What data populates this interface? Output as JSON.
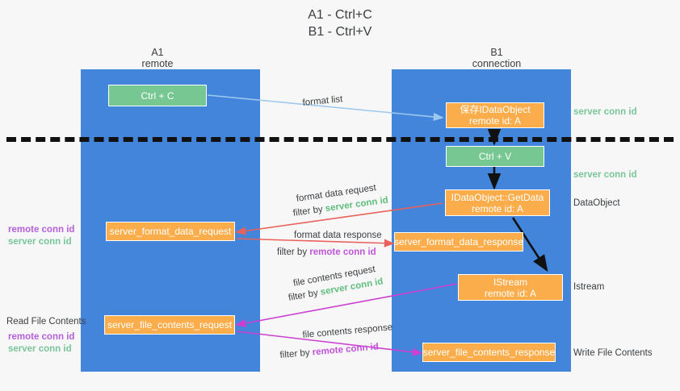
{
  "title": {
    "line1": "A1 - Ctrl+C",
    "line2": "B1 - Ctrl+V"
  },
  "lanes": [
    {
      "name": "A1",
      "sub": "remote"
    },
    {
      "name": "B1",
      "sub": "connection"
    }
  ],
  "nodes": [
    {
      "id": "ctrl-c",
      "l1": "Ctrl + C",
      "l2": ""
    },
    {
      "id": "save-idataobject",
      "l1": "保存IDataObject",
      "l2": "remote id: A"
    },
    {
      "id": "ctrl-v",
      "l1": "Ctrl + V",
      "l2": ""
    },
    {
      "id": "getdata",
      "l1": "IDataObject::GetData",
      "l2": "remote id: A"
    },
    {
      "id": "format-data-request",
      "l1": "server_format_data_request",
      "l2": ""
    },
    {
      "id": "format-data-response",
      "l1": "server_format_data_response",
      "l2": ""
    },
    {
      "id": "istream",
      "l1": "IStream",
      "l2": "remote id: A"
    },
    {
      "id": "file-contents-request",
      "l1": "server_file_contents_request",
      "l2": ""
    },
    {
      "id": "file-contents-response",
      "l1": "server_file_contents_response",
      "l2": ""
    }
  ],
  "edges": {
    "format_list": "format list",
    "format_data_request": "format data request",
    "format_data_response": "format data response",
    "file_contents_request": "file contents request",
    "file_contents_response": "file contents response",
    "filter_by": "filter by",
    "server_conn_id": "server conn id",
    "remote_conn_id": "remote conn id"
  },
  "right_notes": [
    {
      "id": "note-server-conn-1",
      "text": "server conn id",
      "kind": "green"
    },
    {
      "id": "note-server-conn-2",
      "text": "server conn id",
      "kind": "green"
    },
    {
      "id": "note-dataobject",
      "text": "DataObject",
      "kind": "plain"
    },
    {
      "id": "note-istream",
      "text": "Istream",
      "kind": "plain"
    },
    {
      "id": "note-write-file",
      "text": "Write File Contents",
      "kind": "plain"
    }
  ],
  "left_notes": {
    "remote_conn_id": "remote conn id",
    "server_conn_id": "server conn id",
    "read_file_contents": "Read File Contents"
  },
  "colors": {
    "lane": "#4285db",
    "green_node": "#76c791",
    "orange_node": "#fbad4b",
    "arrow_blue": "#9ec9ee",
    "arrow_red": "#e8625b",
    "arrow_magenta": "#cc3fd0",
    "arrow_black": "#000000",
    "green_text": "#5fbd7d",
    "purple_text": "#c154d8"
  }
}
